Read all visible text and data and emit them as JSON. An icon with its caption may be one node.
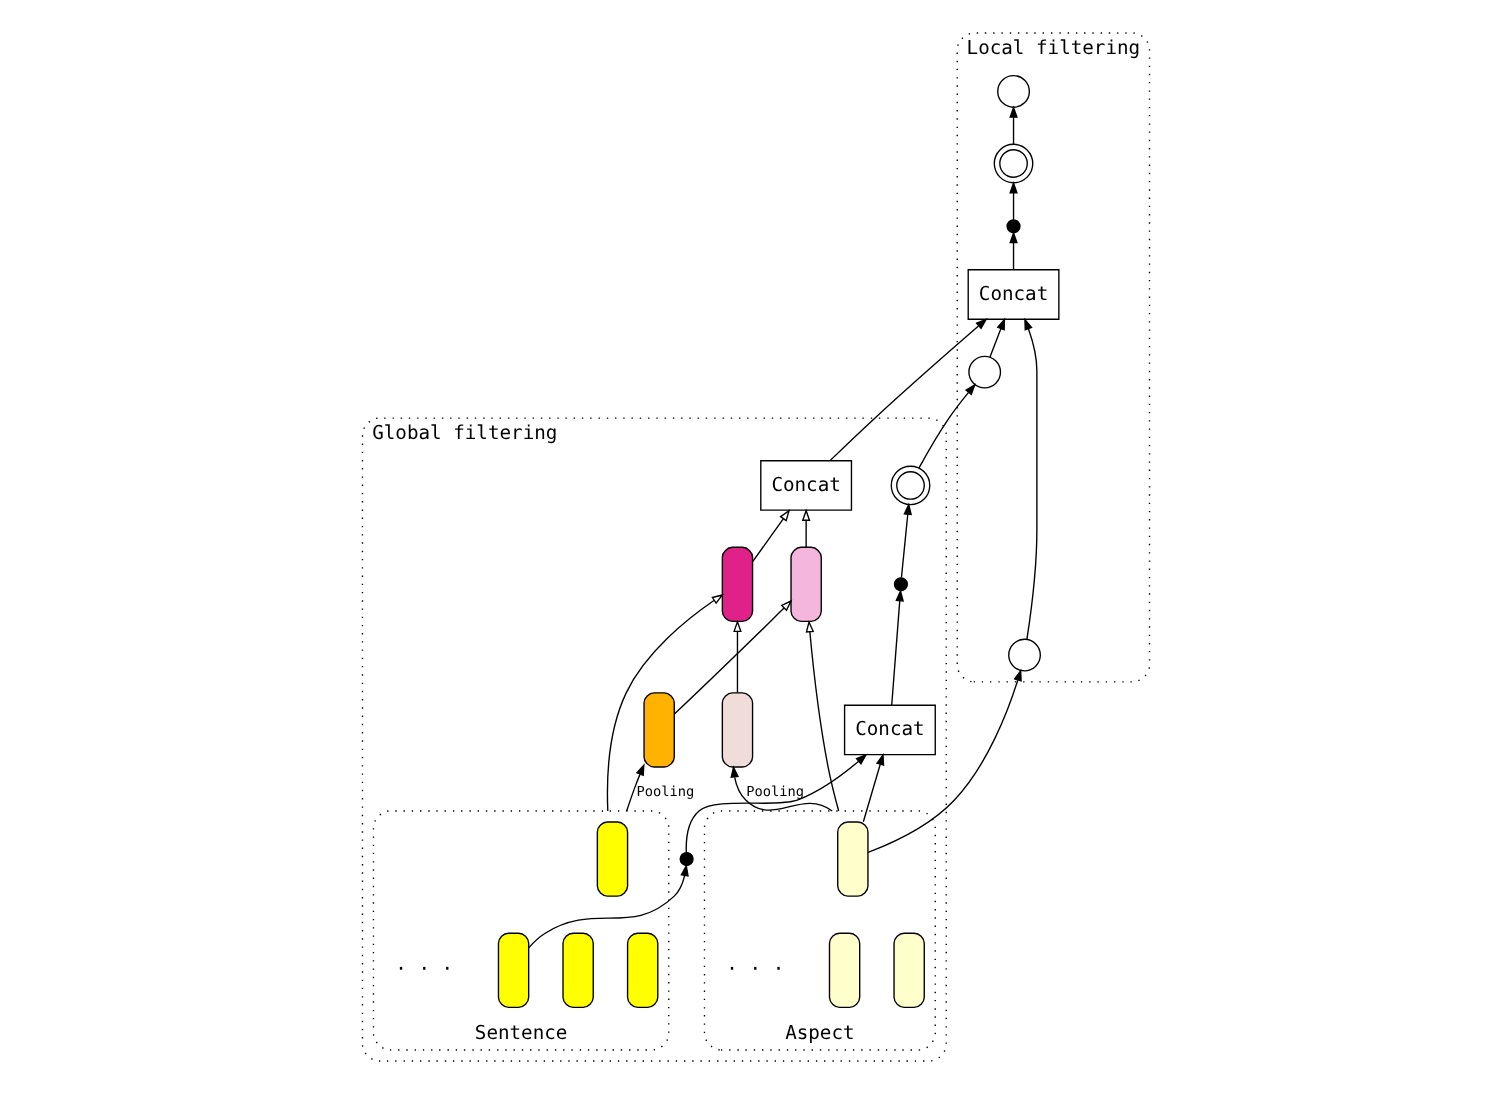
{
  "diagram": {
    "nodes": [
      {
        "text": [
          "Local filtering"
        ]
      },
      {
        "text": [
          "Global filtering"
        ]
      },
      {
        "text": [],
        "shape": "circle",
        "in": 0
      },
      {
        "text": [
          "Concat"
        ],
        "in": 0
      },
      {
        "text": [],
        "shape": "switch",
        "in": 0
      },
      {
        "text": [],
        "shape": "circle",
        "in": 0
      },
      {
        "text": [],
        "shape": "circle",
        "in": 0
      },
      {
        "text": [],
        "shape": "circle",
        "in": 0
      },
      {
        "text": [],
        "shape": "circle",
        "in": 1
      },
      {
        "text": [],
        "shape": "switch",
        "in": 1
      },
      {
        "text": [
          "Concat"
        ],
        "in": 1
      },
      {
        "text": [],
        "shape": "switch",
        "in": 1
      },
      {
        "text": [],
        "shape": "box",
        "in": 1
      },
      {
        "text": [
          "Concat"
        ],
        "in": 1
      },
      {
        "text": [],
        "shape": "box",
        "in": 1
      },
      {
        "text": [
          "Aspect"
        ],
        "in": 1
      },
      {
        "text": [],
        "shape": "box",
        "in": 15
      },
      {
        "text": [],
        "shape": "box",
        "in": 15
      },
      {
        "text": [],
        "shape": "box",
        "in": 15
      },
      {
        "text": [],
        "shape": "box",
        "in": 1
      },
      {
        "text": [],
        "shape": "box",
        "in": 1
      },
      {
        "text": [
          "Sentence"
        ],
        "in": 1
      },
      {
        "text": [],
        "shape": "box",
        "in": 21
      },
      {
        "text": [],
        "shape": "box",
        "in": 21
      },
      {
        "text": [],
        "shape": "box",
        "in": 21
      },
      {
        "text": [],
        "shape": "box",
        "in": 21
      }
    ],
    "edges": [
      {
        "from": 15,
        "to": 19,
        "label": "Pooling",
        "arrow": "to"
      },
      {
        "from": 21,
        "to": 20,
        "label": "Pooling",
        "arrow": "to"
      },
      {
        "from": 15,
        "to": 12,
        "arrow": "to"
      },
      {
        "from": 20,
        "to": 12,
        "arrow": "to"
      },
      {
        "from": 19,
        "to": 14,
        "arrow": "to"
      },
      {
        "from": 21,
        "to": 14,
        "arrow": "to"
      },
      {
        "from": 12,
        "to": 13,
        "arrow": "to"
      },
      {
        "from": 14,
        "to": 13,
        "arrow": "to"
      },
      {
        "from": 25,
        "to": 11,
        "arrow": "to"
      },
      {
        "from": 11,
        "to": 10,
        "arrow": "to"
      },
      {
        "from": 16,
        "to": 10,
        "arrow": "to"
      },
      {
        "from": 16,
        "to": 2,
        "arrow": "to"
      },
      {
        "from": 10,
        "to": 9,
        "arrow": "to"
      },
      {
        "from": 9,
        "to": 8,
        "arrow": "to"
      },
      {
        "from": 8,
        "to": 7,
        "arrow": "to"
      },
      {
        "from": 7,
        "to": 3,
        "arrow": "to"
      },
      {
        "from": 2,
        "to": 3,
        "arrow": "to"
      },
      {
        "from": 13,
        "to": 3,
        "arrow": "to"
      },
      {
        "from": 3,
        "to": 4,
        "arrow": "to"
      },
      {
        "from": 4,
        "to": 5,
        "arrow": "to"
      },
      {
        "from": 5,
        "to": 6,
        "arrow": "to"
      }
    ],
    "labels": [
      "· · ·",
      "· · ·"
    ]
  }
}
